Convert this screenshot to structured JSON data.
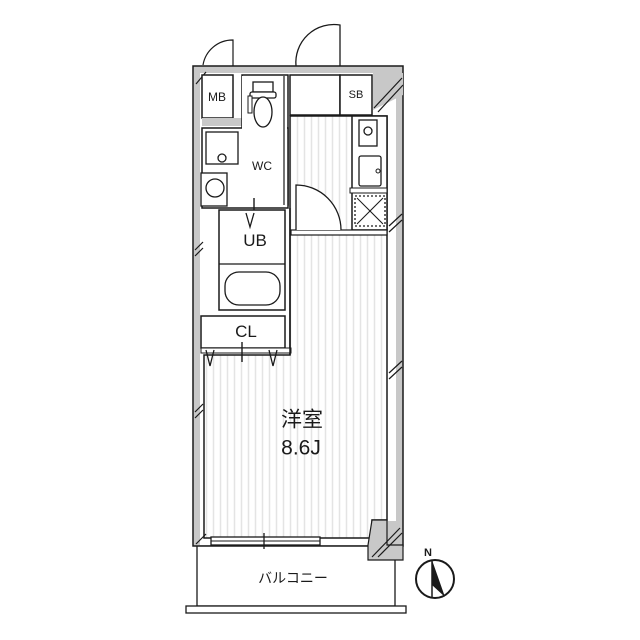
{
  "floorplan": {
    "rooms": {
      "mb": "MB",
      "sb": "SB",
      "wc": "WC",
      "ub": "UB",
      "cl": "CL",
      "main_room_name": "洋室",
      "main_room_size": "8.6J",
      "balcony": "バルコニー"
    },
    "compass": {
      "north_label": "N"
    },
    "colors": {
      "wall": "#c8c8c8",
      "line": "#1a1a1a",
      "floor_stripe": "#e6e6e6",
      "background": "#ffffff"
    }
  }
}
